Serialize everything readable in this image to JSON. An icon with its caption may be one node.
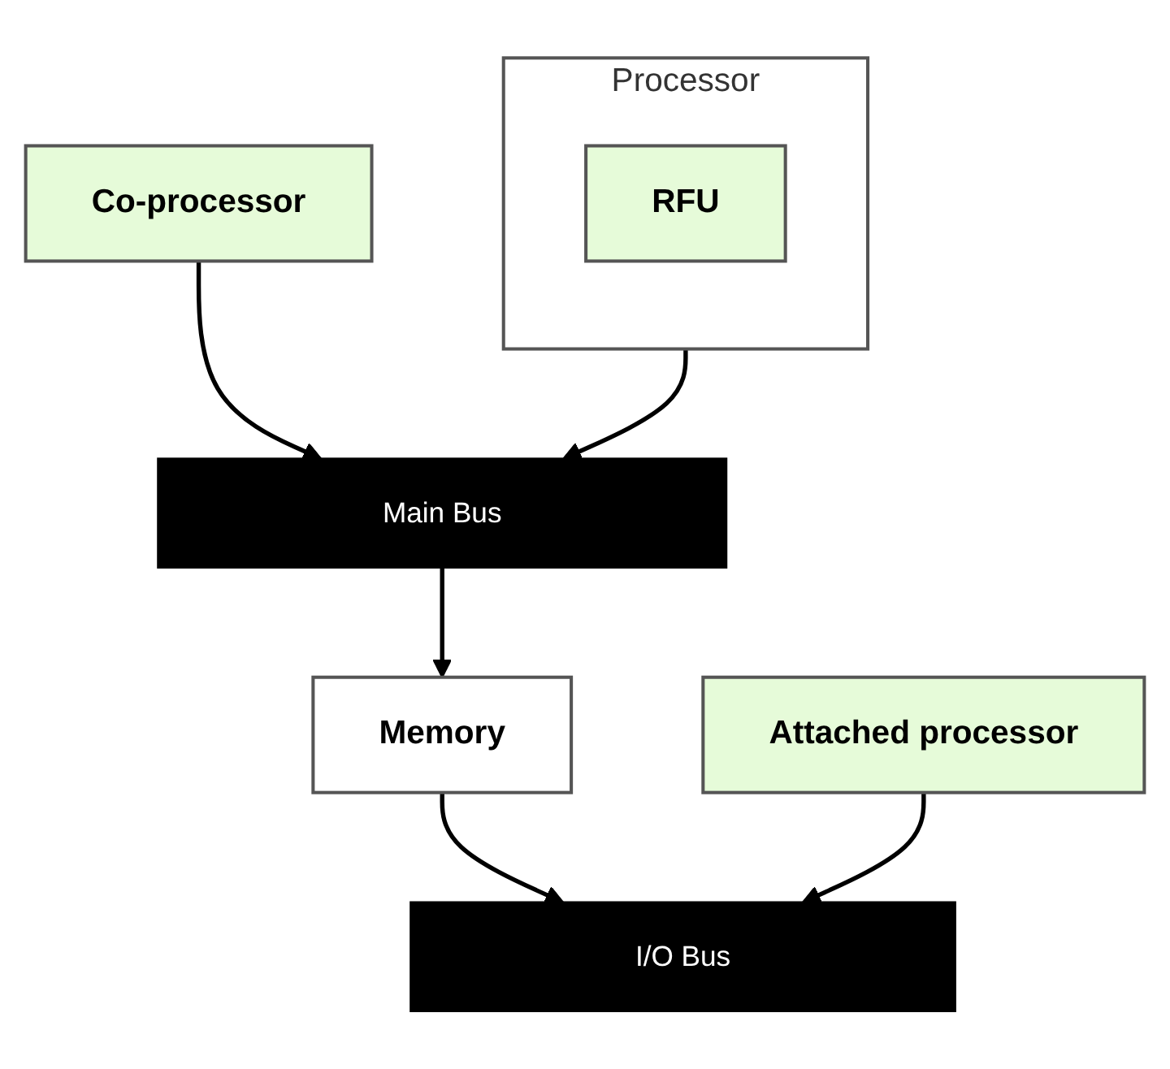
{
  "diagram": {
    "nodes": [
      {
        "text": [
          "Processor"
        ]
      },
      {
        "text": [
          "RFU"
        ],
        "in": 0
      },
      {
        "text": [
          "Co-processor"
        ]
      },
      {
        "text": [
          "Main Bus"
        ]
      },
      {
        "text": [
          "Memory"
        ]
      },
      {
        "text": [
          "I/O Bus"
        ]
      },
      {
        "text": [
          "Attached processor"
        ]
      }
    ],
    "edges": [
      {
        "from": 0,
        "to": 3,
        "arrow": "to"
      },
      {
        "from": 2,
        "to": 3,
        "arrow": "to"
      },
      {
        "from": 3,
        "to": 4,
        "arrow": "to"
      },
      {
        "from": 4,
        "to": 5,
        "arrow": "to"
      },
      {
        "from": 6,
        "to": 5,
        "arrow": "to"
      }
    ]
  }
}
